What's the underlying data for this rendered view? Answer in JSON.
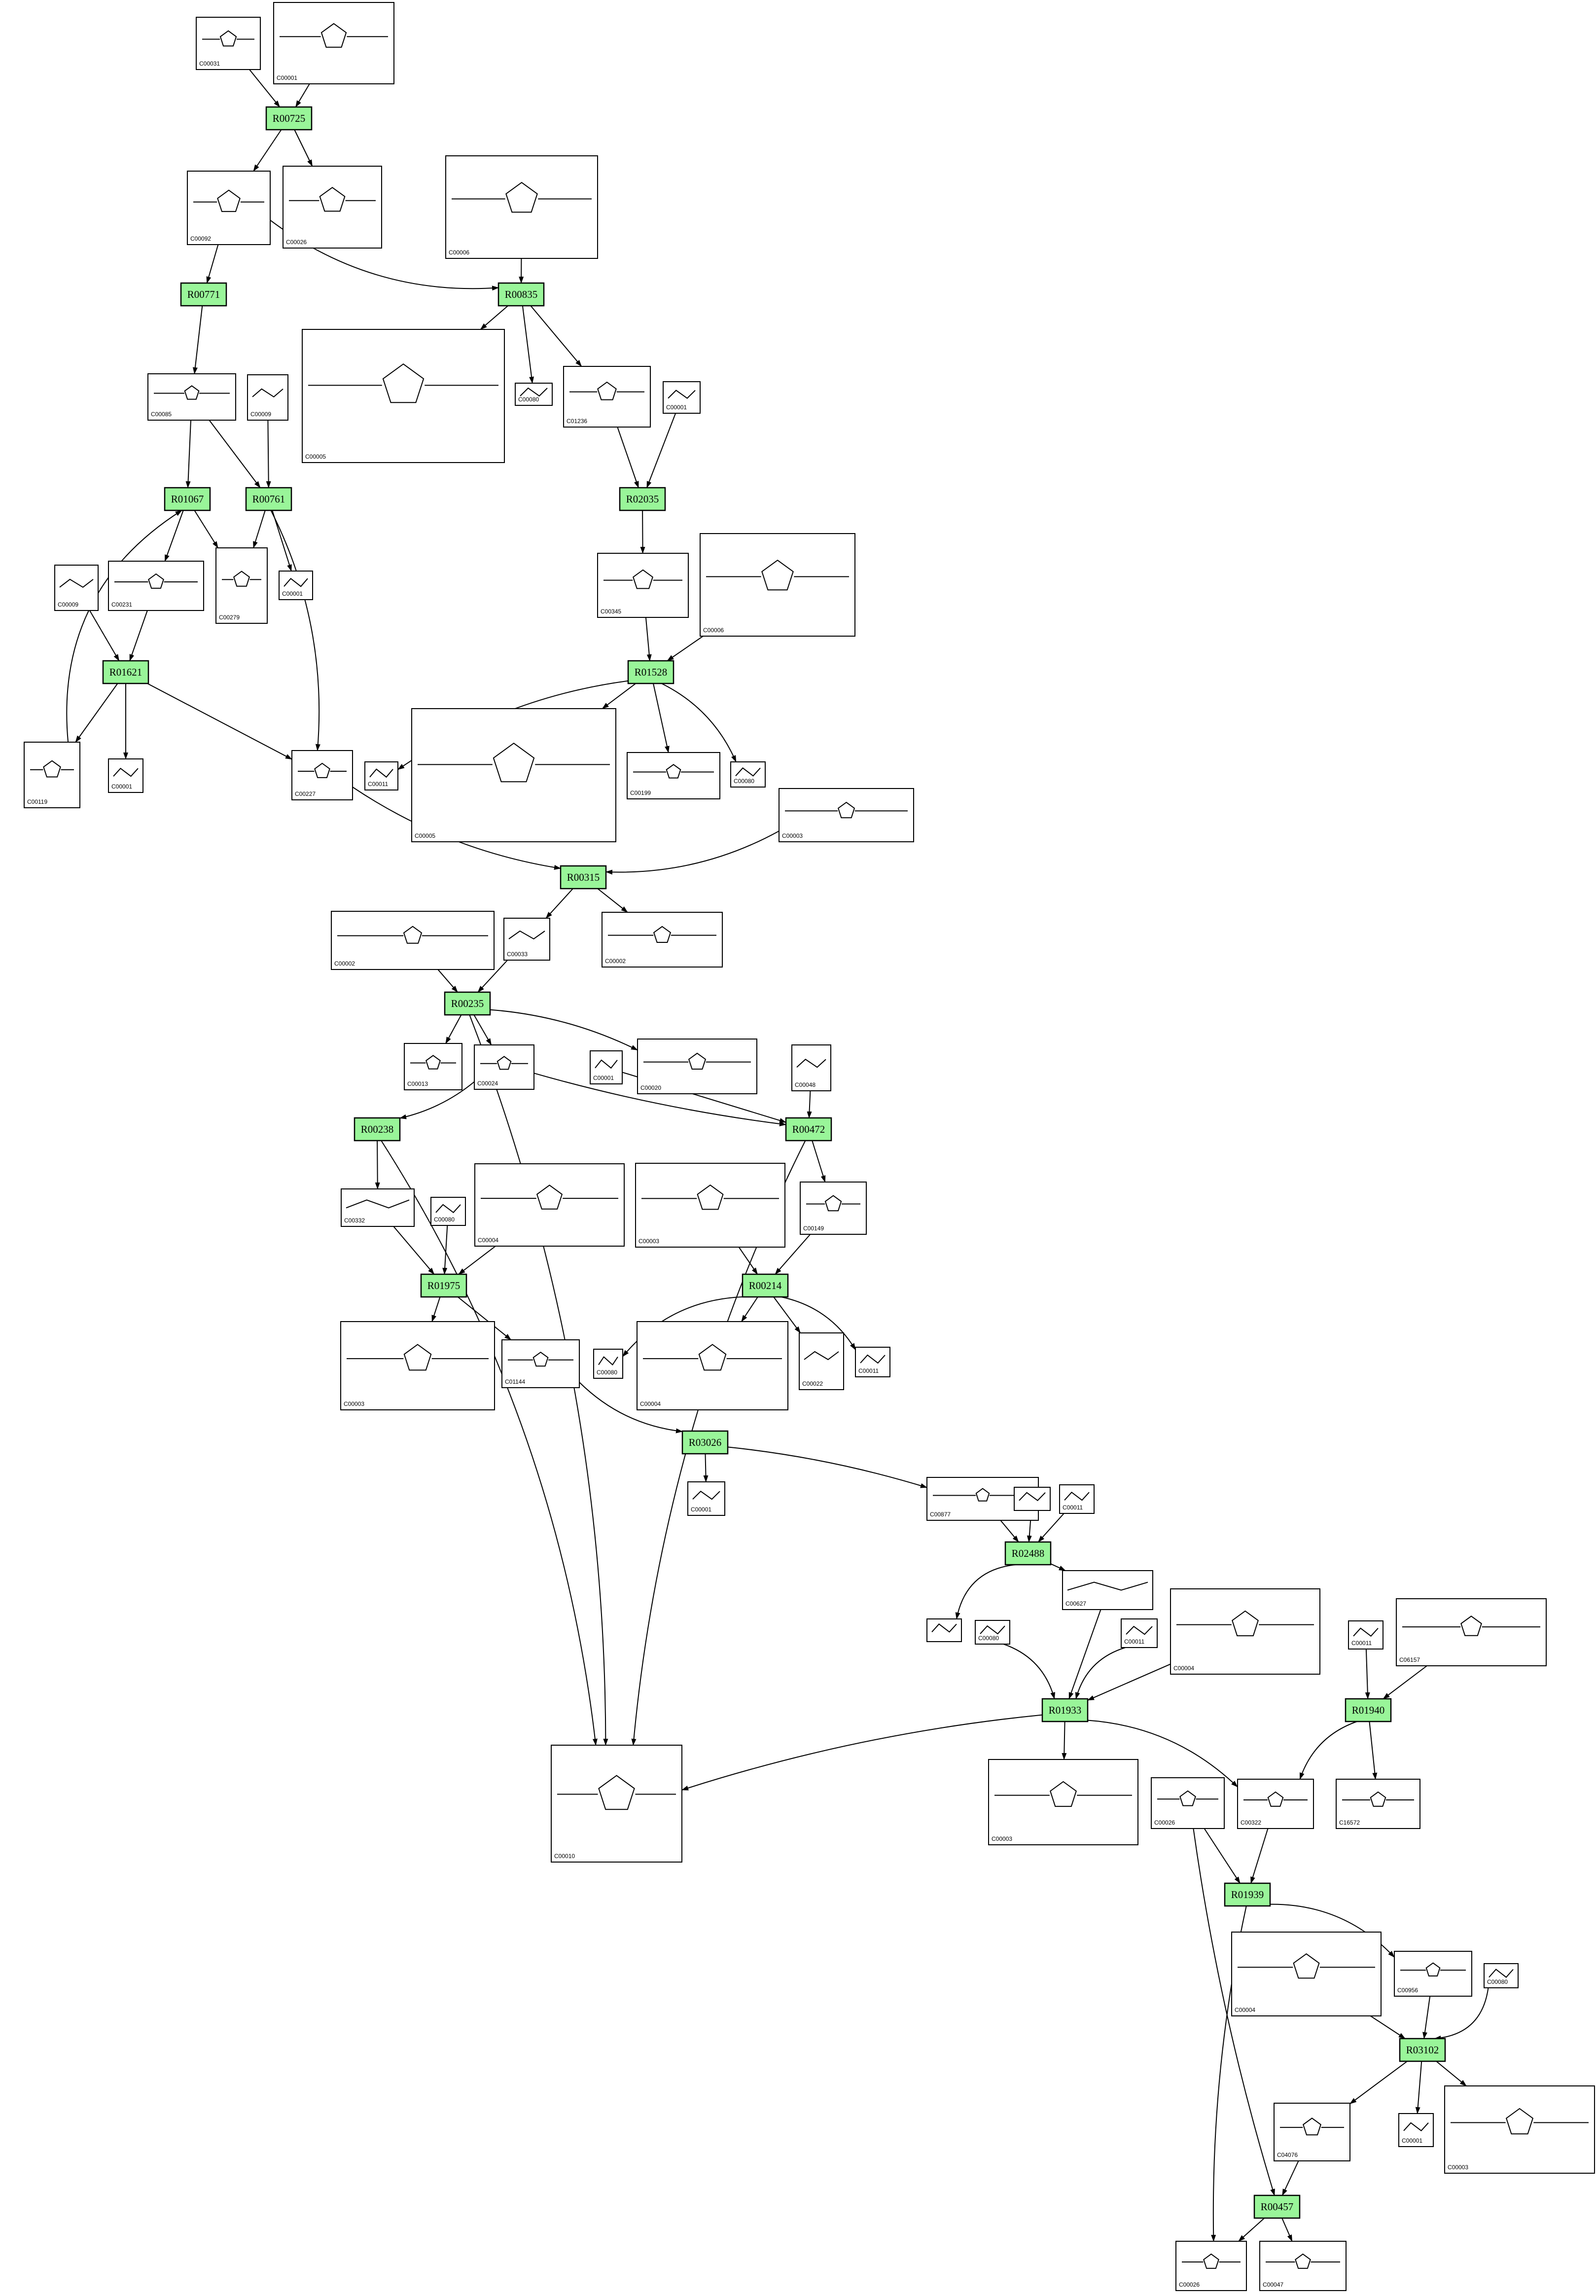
{
  "colors": {
    "reaction_fill": "#99f599",
    "compound_fill": "#ffffff",
    "stroke": "#000000"
  },
  "reactions": [
    {
      "label": "R00725"
    },
    {
      "label": "R00771"
    },
    {
      "label": "R00835"
    },
    {
      "label": "R01067"
    },
    {
      "label": "R00761"
    },
    {
      "label": "R02035"
    },
    {
      "label": "R01621"
    },
    {
      "label": "R01528"
    },
    {
      "label": "R00315"
    },
    {
      "label": "R00235"
    },
    {
      "label": "R00238"
    },
    {
      "label": "R00472"
    },
    {
      "label": "R01975"
    },
    {
      "label": "R00214"
    },
    {
      "label": "R03026"
    },
    {
      "label": "R02488"
    },
    {
      "label": "R01933"
    },
    {
      "label": "R01940"
    },
    {
      "label": "R01939"
    },
    {
      "label": "R03102"
    },
    {
      "label": "R00457"
    }
  ],
  "compounds": [
    {
      "id": "C00031"
    },
    {
      "id": "C00001"
    },
    {
      "id": "C00092"
    },
    {
      "id": "C00026"
    },
    {
      "id": "C00006"
    },
    {
      "id": "C00085"
    },
    {
      "id": "C00009"
    },
    {
      "id": "C00005"
    },
    {
      "id": "C00080"
    },
    {
      "id": "C01236"
    },
    {
      "id": "C00001"
    },
    {
      "id": "C00009"
    },
    {
      "id": "C00231"
    },
    {
      "id": "C00279"
    },
    {
      "id": "C00001"
    },
    {
      "id": "C00345"
    },
    {
      "id": "C00006"
    },
    {
      "id": "C00119"
    },
    {
      "id": "C00001"
    },
    {
      "id": "C00227"
    },
    {
      "id": "C00011"
    },
    {
      "id": "C00005"
    },
    {
      "id": "C00199"
    },
    {
      "id": "C00080"
    },
    {
      "id": "C00003"
    },
    {
      "id": "C00002"
    },
    {
      "id": "C00033"
    },
    {
      "id": "C00002"
    },
    {
      "id": "C00013"
    },
    {
      "id": "C00024"
    },
    {
      "id": "C00001"
    },
    {
      "id": "C00020"
    },
    {
      "id": "C00048"
    },
    {
      "id": "C00332"
    },
    {
      "id": "C00080"
    },
    {
      "id": "C00004"
    },
    {
      "id": "C00003"
    },
    {
      "id": "C00149"
    },
    {
      "id": "C00003"
    },
    {
      "id": "C01144"
    },
    {
      "id": "C00080"
    },
    {
      "id": "C00004"
    },
    {
      "id": "C00022"
    },
    {
      "id": "C00011"
    },
    {
      "id": "C00001"
    },
    {
      "id": "C00877"
    },
    {
      "id": ""
    },
    {
      "id": "C00011"
    },
    {
      "id": ""
    },
    {
      "id": "C00080"
    },
    {
      "id": "C00627"
    },
    {
      "id": "C00011"
    },
    {
      "id": "C00004"
    },
    {
      "id": "C00011"
    },
    {
      "id": "C06157"
    },
    {
      "id": "C00010"
    },
    {
      "id": "C00003"
    },
    {
      "id": "C00026"
    },
    {
      "id": "C00322"
    },
    {
      "id": "C16572"
    },
    {
      "id": "C00004"
    },
    {
      "id": "C00956"
    },
    {
      "id": "C00080"
    },
    {
      "id": "C04076"
    },
    {
      "id": "C00001"
    },
    {
      "id": "C00003"
    },
    {
      "id": "C00026"
    },
    {
      "id": "C00047"
    }
  ]
}
